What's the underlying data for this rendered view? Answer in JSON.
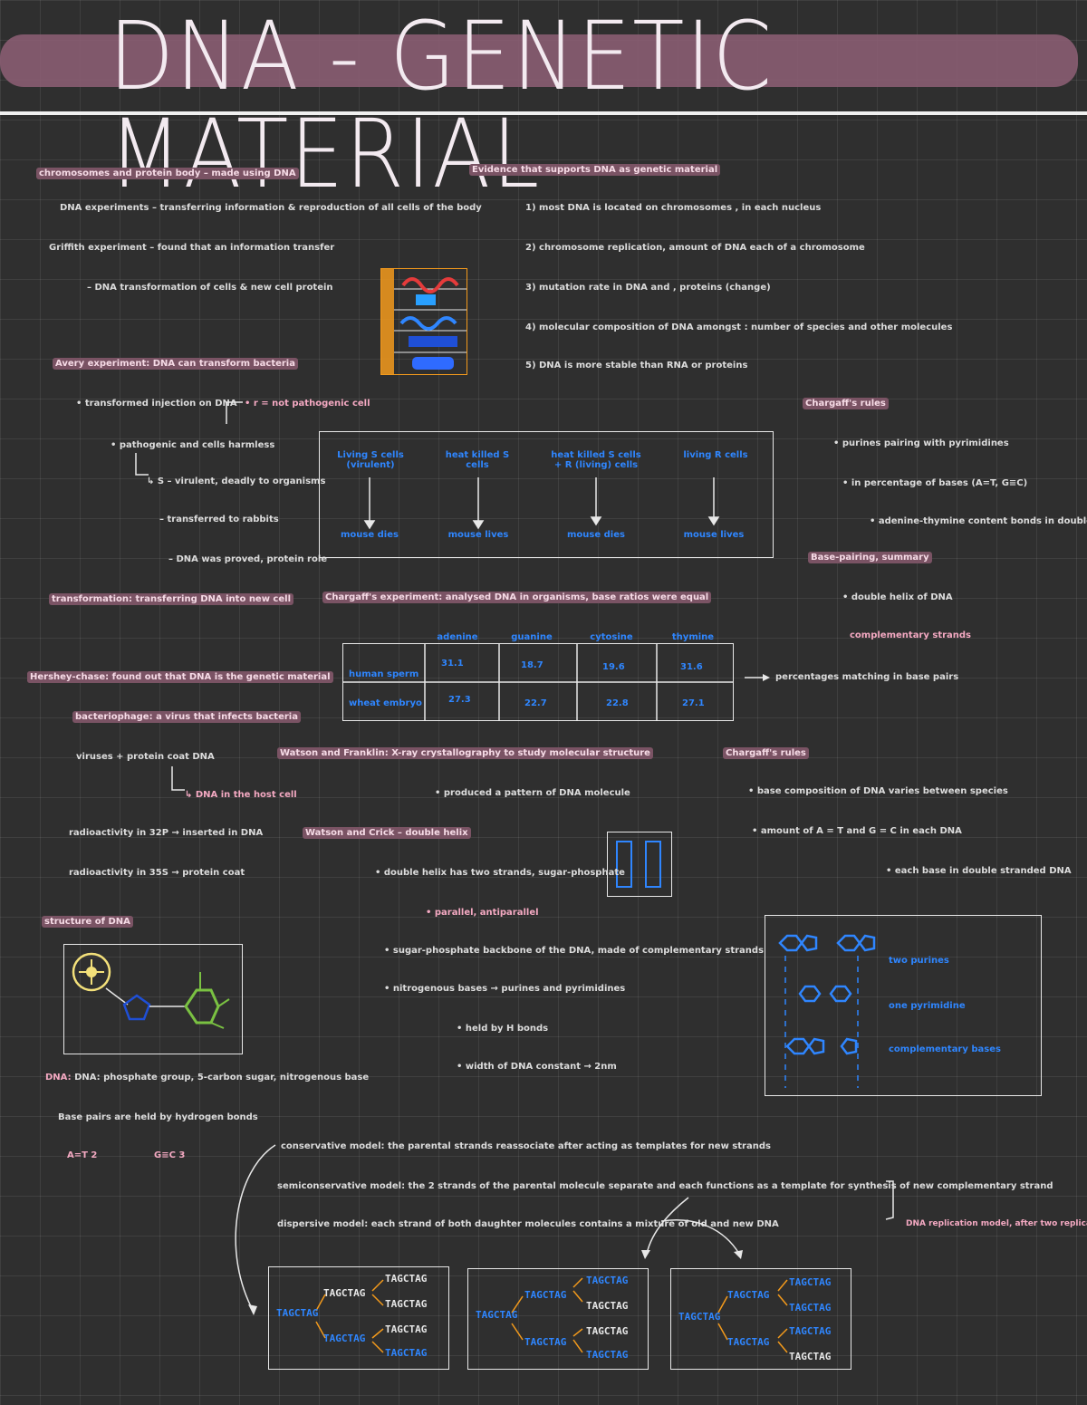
{
  "title": "DNA - GENETIC MATERIAL",
  "left": {
    "intro": "chromosomes and protein body – made using DNA",
    "dna_role": "DNA experiments – transferring information & reproduction of all cells of the body",
    "griffith": "Griffith experiment – found that an information transfer",
    "griffith_sub": "– DNA transformation of cells & new cell protein",
    "avery": "Avery experiment: DNA can transform bacteria",
    "avery_points": [
      "• transformed injection on DNA",
      "• pathogenic and cells harmless",
      "↳ S – virulent, deadly to organisms",
      "– transferred to rabbits",
      "– DNA was proved, protein role"
    ],
    "avery_bracket": "• r = not pathogenic cell",
    "transformation": "transformation: transferring DNA into new cell",
    "hershey_title": "Hershey-chase: found out that DNA is the genetic material",
    "hershey_points": [
      "bacteriophage: a virus that infects bacteria",
      "viruses + protein coat DNA",
      "↳ DNA in the host cell",
      "radioactivity in 32P → inserted in DNA",
      "radioactivity in 35S → protein coat"
    ],
    "structure_title": "structure of DNA",
    "nucleotide_note": "DNA: phosphate group, 5-carbon sugar, nitrogenous base",
    "base_pairs_note": "Base pairs are held by hydrogen bonds",
    "pairs": [
      "A=T  2",
      "G≡C  3"
    ]
  },
  "virus_list": {
    "title": "Evidence that supports DNA as genetic material",
    "items": [
      "1) most DNA is located on chromosomes , in each nucleus",
      "2) chromosome replication, amount of DNA each of a chromosome",
      "3) mutation rate in DNA and , proteins (change)",
      "4) molecular composition of DNA amongst : number of species and other molecules",
      "5) DNA is more stable than RNA or proteins"
    ]
  },
  "flow_box": {
    "headers": [
      "Living S cells (virulent)",
      "heat killed S cells",
      "heat killed S cells + R (living) cells",
      "living R cells"
    ],
    "results": [
      "mouse dies",
      "mouse lives",
      "mouse dies",
      "mouse lives"
    ]
  },
  "chargaff_right": {
    "title": "Chargaff's rules",
    "lines": [
      "• purines pairing with pyrimidines",
      "• in percentage of bases (A=T, G≡C)",
      "• adenine-thymine content bonds in double helix"
    ],
    "rules": "Base-pairing, summary",
    "rules_sub": [
      "• double helix of DNA",
      "complementary strands"
    ]
  },
  "chargaff_table": {
    "title": "Chargaff's experiment: analysed DNA in organisms, base ratios were equal",
    "columns": [
      "adenine",
      "guanine",
      "cytosine",
      "thymine"
    ],
    "rows": [
      {
        "label": "human sperm",
        "values": [
          "31.1",
          "18.7",
          "19.6",
          "31.6"
        ]
      },
      {
        "label": "wheat embryo",
        "values": [
          "27.3",
          "22.7",
          "22.8",
          "27.1"
        ]
      }
    ],
    "note": "percentages matching in base pairs"
  },
  "franklin": {
    "title": "Watson and Franklin: X-ray crystallography to study molecular structure",
    "sub": "• produced a pattern of DNA molecule",
    "model": "Watson and Crick – double helix",
    "points": [
      "• double helix has two strands, sugar-phosphate",
      "• parallel, antiparallel",
      "• sugar-phosphate backbone of the DNA, made of complementary strands",
      "• nitrogenous bases → purines and pyrimidines",
      "• held by H bonds",
      "• width of DNA constant → 2nm"
    ]
  },
  "chargaff_bottom": {
    "title": "Chargaff's rules",
    "lines": [
      "• base composition of DNA varies between species",
      "• amount of A = T and G = C in each DNA",
      "• each base in double stranded DNA"
    ]
  },
  "bases_box": {
    "labels": [
      "two purines",
      "one pyrimidine",
      "complementary bases"
    ]
  },
  "replication": {
    "lines": [
      "conservative model: the parental strands reassociate after acting as templates for new strands",
      "semiconservative model: the 2 strands of the parental molecule separate and each functions as a template for synthesis of new complementary strand",
      "dispersive model: each strand of both daughter molecules contains a mixture of old and new DNA"
    ],
    "bracket_note": "DNA replication model, after two replications",
    "boxes": [
      {
        "parent": "TAGCTAG",
        "gen1": [
          "TAGCTAG",
          "TAGCTAG"
        ],
        "gen2": [
          "TAGCTAG",
          "TAGCTAG",
          "TAGCTAG",
          "TAGCTAG"
        ]
      },
      {
        "parent": "TAGCTAG",
        "gen1": [
          "TAGCTAG",
          "TAGCTAG"
        ],
        "gen2": [
          "TAGCTAG",
          "TAGCTAG",
          "TAGCTAG",
          "TAGCTAG"
        ]
      },
      {
        "parent": "TAGCTAG",
        "gen1": [
          "TAGCTAG",
          "TAGCTAG"
        ],
        "gen2": [
          "TAGCTAG",
          "TAGCTAG",
          "TAGCTAG",
          "TAGCTAG"
        ]
      }
    ]
  },
  "colors": {
    "background": "#2f2f2f",
    "title_bar": "#8a5d72",
    "pink": "#f4a9c2",
    "blue": "#2f86ff",
    "orange": "#f39a1c",
    "green": "#7ac142",
    "yellow": "#f3e07a"
  }
}
